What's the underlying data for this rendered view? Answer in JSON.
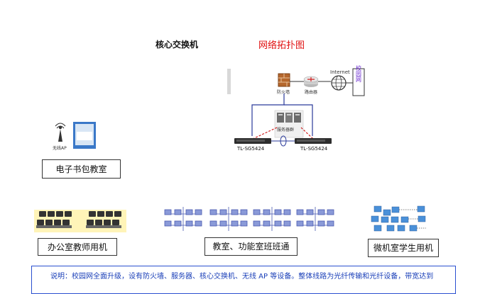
{
  "header": {
    "core_switch": "核心交换机",
    "title": "网络拓扑图"
  },
  "topology": {
    "firewall": "防火墙",
    "router": "路由器",
    "internet": "Internet",
    "campus_net": "校园网",
    "server_group": "服务器群",
    "switch_left": "TL-SG5424",
    "switch_right": "TL-SG5424",
    "wireless_ap": "无线AP"
  },
  "labels": {
    "ebook_classroom": "电子书包教室",
    "office_pcs": "办公室教师用机",
    "classrooms": "教室、功能室班班通",
    "lab_pcs": "微机室学生用机"
  },
  "note": {
    "text": "说明：校园网全面升级，设有防火墙、服务器、核心交换机、无线 AP 等设备。整体线路为光纤传输和光纤设备，带宽达到"
  },
  "colors": {
    "title_red": "#e01010",
    "note_blue": "#1a3fb8",
    "campus_purple": "#6a2ad0"
  }
}
